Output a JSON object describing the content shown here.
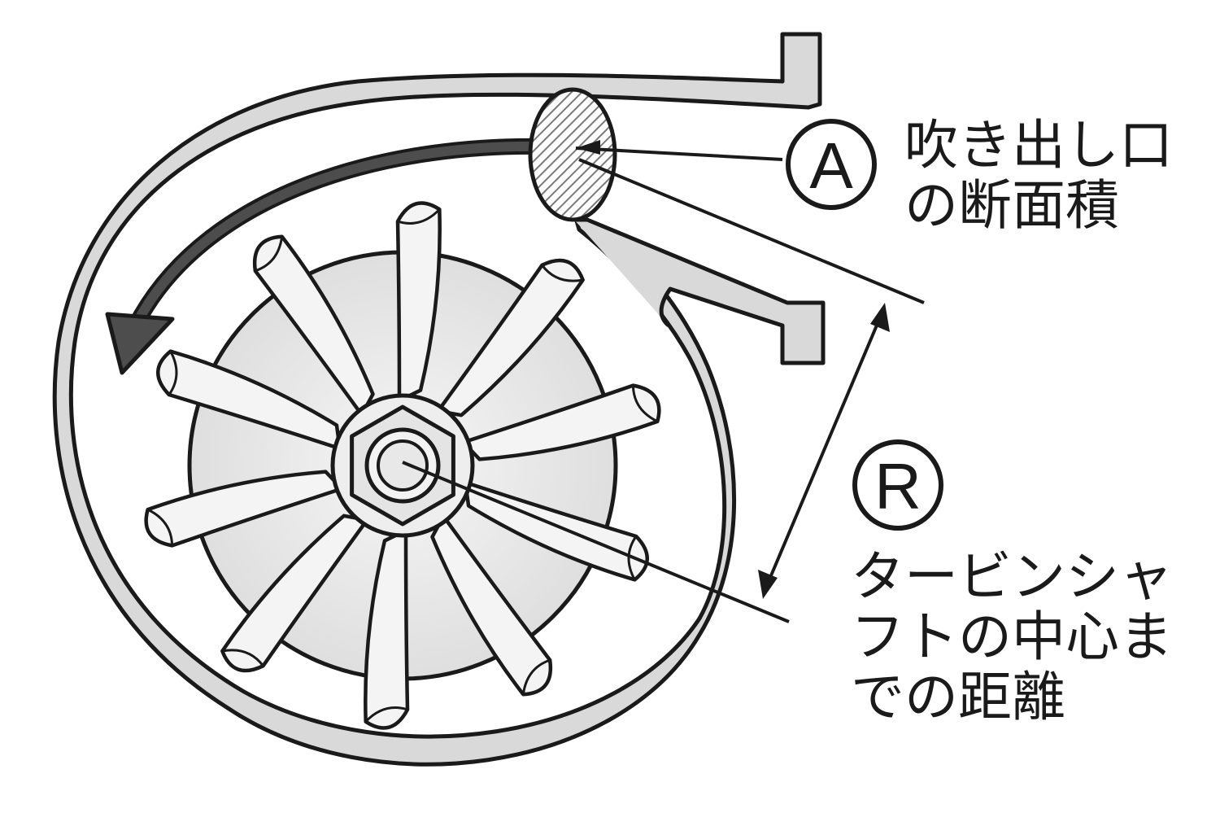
{
  "labels": {
    "area": {
      "marker": "A",
      "lines": [
        "吹き出し口",
        "の断面積"
      ]
    },
    "radius": {
      "marker": "R",
      "lines": [
        "タービンシャ",
        "フトの中心ま",
        "での距離"
      ]
    }
  },
  "colors": {
    "ink": "#1a1a1a",
    "casing_fill": "#d9d9d9",
    "arrow": "#4d4d4d",
    "hatch": "#7a7a7a",
    "blade": "#f4f4f4",
    "backplate": "#e6e6e6",
    "background": "#ffffff"
  },
  "icons": {
    "turbine": "turbine-wheel-icon",
    "flow_arrow": "flow-direction-arrow-icon",
    "hex_nut": "hex-nut-icon"
  }
}
